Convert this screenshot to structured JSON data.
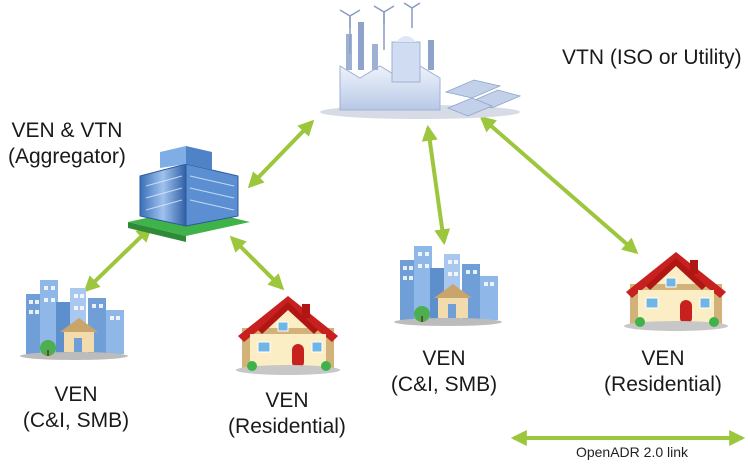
{
  "nodes": {
    "vtn": {
      "line1": "VTN (ISO or Utility)",
      "icon": "power-plant-icon"
    },
    "aggregator": {
      "line1": "VEN & VTN",
      "line2": "(Aggregator)",
      "icon": "office-building-icon"
    },
    "ven_ci_left": {
      "line1": "VEN",
      "line2": "(C&I, SMB)",
      "icon": "city-buildings-icon"
    },
    "ven_res_left": {
      "line1": "VEN",
      "line2": "(Residential)",
      "icon": "house-icon"
    },
    "ven_ci_mid": {
      "line1": "VEN",
      "line2": "(C&I, SMB)",
      "icon": "city-buildings-icon"
    },
    "ven_res_right": {
      "line1": "VEN",
      "line2": "(Residential)",
      "icon": "house-icon"
    }
  },
  "legend": {
    "label": "OpenADR 2.0 link"
  },
  "colors": {
    "link": "#9cc63b",
    "roof": "#c8201e",
    "house_wall": "#fbeec4",
    "building": "#6f9fd6",
    "lawn": "#3fb34a"
  }
}
